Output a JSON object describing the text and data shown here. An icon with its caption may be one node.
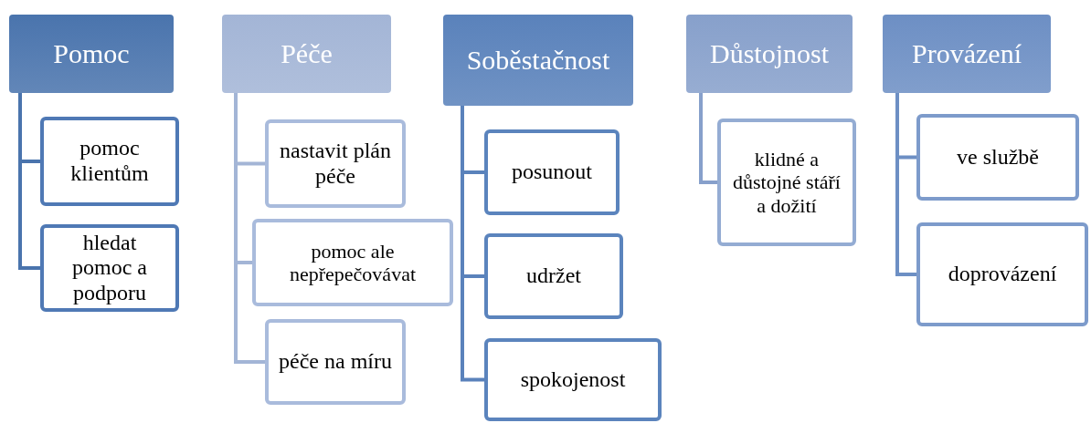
{
  "diagram": {
    "nodes": [
      {
        "text": [
          "Pomoc"
        ]
      },
      {
        "text": [
          "pomoc klientům"
        ]
      },
      {
        "text": [
          "hledat pomoc a podporu"
        ]
      },
      {
        "text": [
          "Péče"
        ]
      },
      {
        "text": [
          "nastavit plán péče"
        ]
      },
      {
        "text": [
          "pomoc ale nepřepečovávat"
        ]
      },
      {
        "text": [
          "péče na míru"
        ]
      },
      {
        "text": [
          "Soběstačnost"
        ]
      },
      {
        "text": [
          "posunout"
        ]
      },
      {
        "text": [
          "udržet"
        ]
      },
      {
        "text": [
          "spokojenost"
        ]
      },
      {
        "text": [
          "Důstojnost"
        ]
      },
      {
        "text": [
          "klidné a důstojné stáří a dožití"
        ]
      },
      {
        "text": [
          "Provázení"
        ]
      },
      {
        "text": [
          "ve službě"
        ]
      },
      {
        "text": [
          "doprovázení"
        ]
      }
    ],
    "edges": [
      {
        "from": 0,
        "to": 1,
        "arrow": "none"
      },
      {
        "from": 0,
        "to": 2,
        "arrow": "none"
      },
      {
        "from": 3,
        "to": 4,
        "arrow": "none"
      },
      {
        "from": 3,
        "to": 5,
        "arrow": "none"
      },
      {
        "from": 3,
        "to": 6,
        "arrow": "none"
      },
      {
        "from": 7,
        "to": 8,
        "arrow": "none"
      },
      {
        "from": 7,
        "to": 9,
        "arrow": "none"
      },
      {
        "from": 7,
        "to": 10,
        "arrow": "none"
      },
      {
        "from": 11,
        "to": 12,
        "arrow": "none"
      },
      {
        "from": 13,
        "to": 14,
        "arrow": "none"
      },
      {
        "from": 13,
        "to": 15,
        "arrow": "none"
      }
    ]
  }
}
